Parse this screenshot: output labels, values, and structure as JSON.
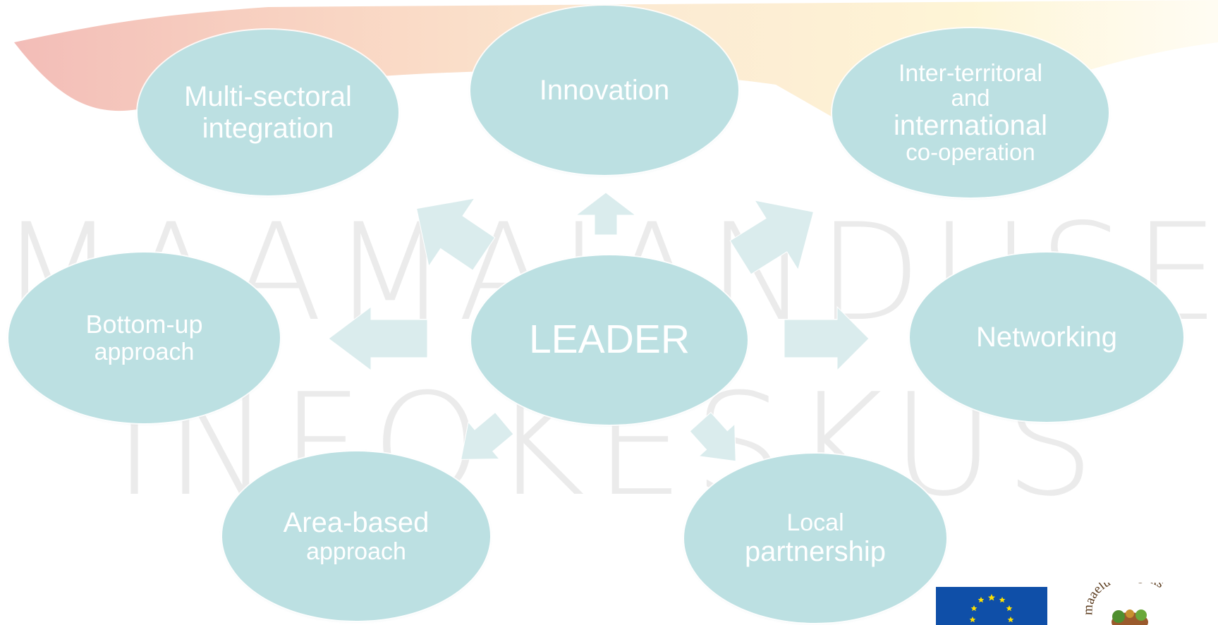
{
  "watermark": {
    "line1": "MAAMAJANDUSE",
    "line2": "INFOKESKUS"
  },
  "nodes": {
    "center": {
      "lines": [
        "LEADER"
      ]
    },
    "multi": {
      "lines": [
        "Multi-sectoral",
        "integration"
      ]
    },
    "innovation": {
      "lines": [
        "Innovation"
      ]
    },
    "inter": {
      "lines": [
        "Inter-territoral",
        "and",
        "international",
        "co-operation"
      ]
    },
    "bottom": {
      "lines": [
        "Bottom-up",
        "approach"
      ]
    },
    "networking": {
      "lines": [
        "Networking"
      ]
    },
    "area": {
      "lines": [
        "Area-based",
        "approach"
      ]
    },
    "local": {
      "lines": [
        "Local",
        "partnership"
      ]
    }
  },
  "logos": {
    "eu_flag": "eu-flag",
    "maaelu_arenguks": {
      "text": "maaelu arenguks"
    }
  },
  "colors": {
    "node_fill": "#bce0e2",
    "arrow_fill": "#daeced",
    "node_text": "#ffffff",
    "swoosh_red": "#e8867d",
    "swoosh_orange": "#f4b96b",
    "swoosh_yellow": "#fde79a"
  }
}
